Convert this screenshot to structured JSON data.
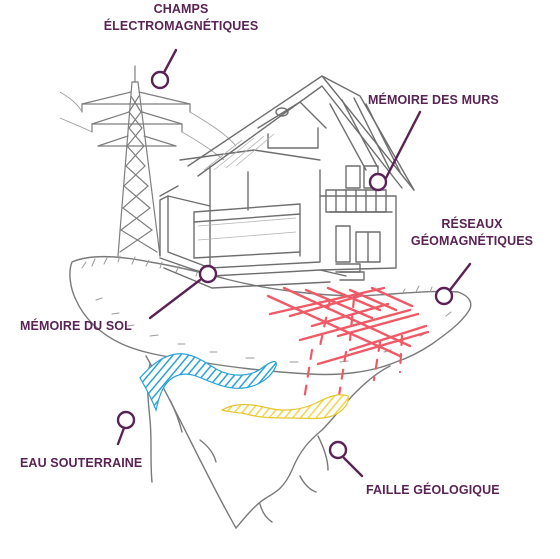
{
  "colors": {
    "label": "#5a2355",
    "sketch": "#6a6a6a",
    "sketch_light": "#a8a8a8",
    "grid": "#f05a66",
    "water": "#2aa2d8",
    "fault": "#f2d64a",
    "background": "#ffffff"
  },
  "icons": [
    "callout-marker-icon"
  ],
  "labels": {
    "champs_line1": "CHAMPS",
    "champs_line2": "ÉLECTROMAGNÉTIQUES",
    "memoire_murs": "MÉMOIRE DES MURS",
    "reseaux_line1": "RÉSEAUX",
    "reseaux_line2": "GÉOMAGNÉTIQUES",
    "memoire_sol": "MÉMOIRE DU SOL",
    "eau": "EAU SOUTERRAINE",
    "faille": "FAILLE GÉOLOGIQUE"
  }
}
